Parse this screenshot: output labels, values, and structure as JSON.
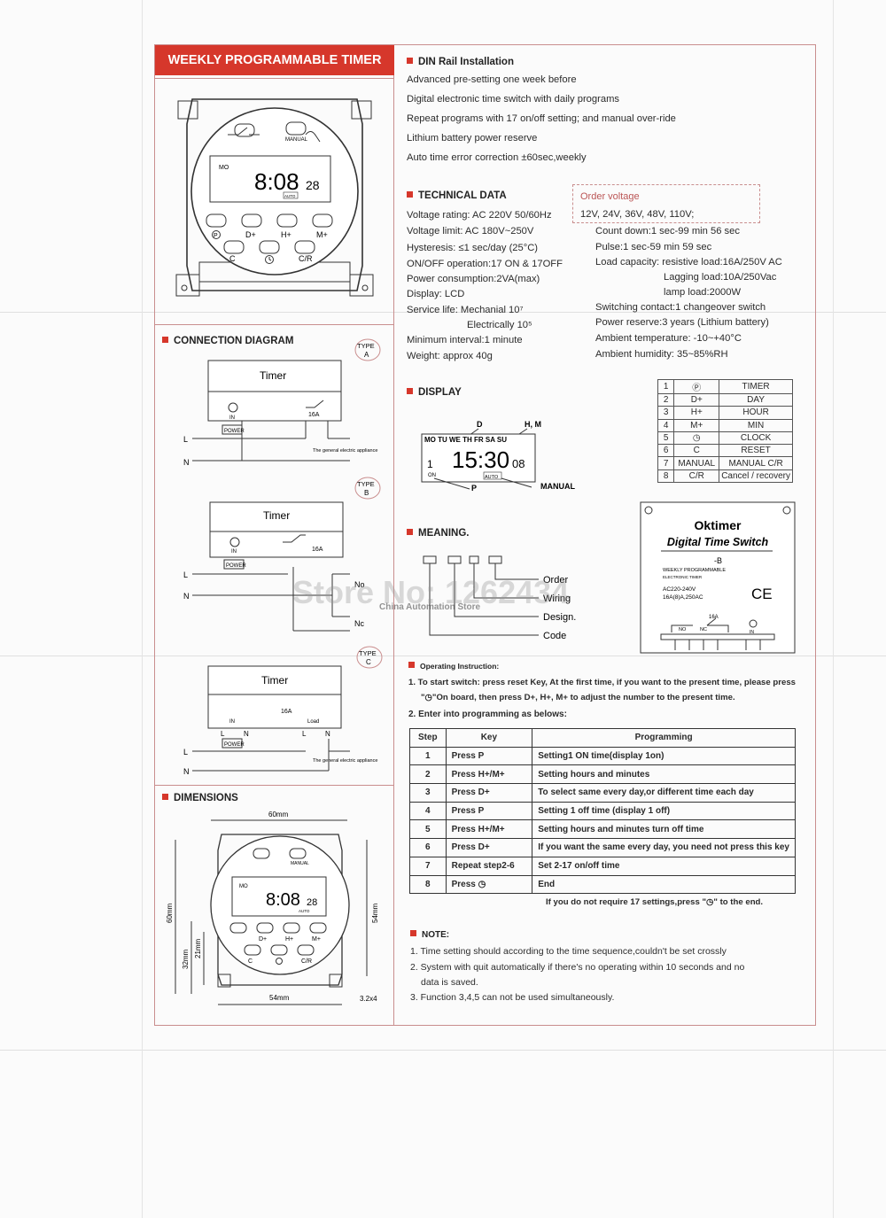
{
  "title": "WEEKLY PROGRAMMABLE TIMER",
  "din": {
    "heading": "DIN Rail Installation",
    "lines": [
      "Advanced pre-setting one week before",
      "Digital electronic time switch with daily programs",
      "Repeat programs   with  17 on/off  setting; and manual  over-ride",
      "Lithium battery power reserve",
      "Auto time error correction  ±60sec,weekly"
    ]
  },
  "tech": {
    "heading": "TECHNICAL DATA",
    "order_label": "Order voltage",
    "order_values": "12V, 24V, 36V, 48V, 110V;",
    "left": [
      "Voltage rating: AC 220V  50/60Hz",
      "Voltage limit: AC 180V~250V",
      "Hysteresis: ≤1 sec/day (25°C)",
      "ON/OFF operation:17 ON & 17OFF",
      "Power consumption:2VA(max)",
      "Display: LCD",
      "Service life:  Mechanial  10⁷",
      "Electrically  10⁵",
      "Minimum interval:1 minute",
      "Weight: approx 40g"
    ],
    "right": [
      "Count down:1 sec-99 min 56 sec",
      "Pulse:1 sec-59 min 59 sec",
      "Load capacity: resistive load:16A/250V AC",
      "Lagging load:10A/250Vac",
      "lamp load:2000W",
      "Switching contact:1 changeover switch",
      "Power reserve:3 years (Lithium battery)",
      "Ambient temperature: -10~+40°C",
      "Ambient humidity: 35~85%RH"
    ]
  },
  "device": {
    "manual": "MANUAL",
    "day": "MO",
    "time": "8:08",
    "sec": "28",
    "auto": "AUTO",
    "b1": "D+",
    "b2": "H+",
    "b3": "M+",
    "b4": "C",
    "b5": "C/R"
  },
  "connection": {
    "heading": "CONNECTION DIAGRAM",
    "type_label": "TYPE",
    "types": [
      "A",
      "B",
      "C"
    ],
    "timer": "Timer",
    "in": "IN",
    "amp": "16A",
    "power": "POWER",
    "load": "Load",
    "appliance": "The general electric appliance",
    "L": "L",
    "N": "N",
    "No": "No",
    "Nc": "Nc"
  },
  "dimensions": {
    "heading": "DIMENSIONS",
    "w60": "60mm",
    "h60": "60mm",
    "h54": "54mm",
    "w54": "54mm",
    "h32": "32mm",
    "h21": "21mm",
    "hole": "3.2x4"
  },
  "display": {
    "heading": "DISPLAY",
    "days": "MO TU WE TH FR SA SU",
    "time": "15:30",
    "sec": "08",
    "num": "1",
    "on": "ON",
    "auto": "AUTO",
    "d": "D",
    "hm": "H, M",
    "p": "P",
    "manual": "MANUAL"
  },
  "key_table": [
    [
      "1",
      "Ⓟ",
      "TIMER"
    ],
    [
      "2",
      "D+",
      "DAY"
    ],
    [
      "3",
      "H+",
      "HOUR"
    ],
    [
      "4",
      "M+",
      "MIN"
    ],
    [
      "5",
      "◷",
      "CLOCK"
    ],
    [
      "6",
      "C",
      "RESET"
    ],
    [
      "7",
      "MANUAL",
      "MANUAL  C/R"
    ],
    [
      "8",
      "C/R",
      "Cancel / recovery"
    ]
  ],
  "meaning": {
    "heading": "MEANING.",
    "labels": [
      "Order",
      "Wiring",
      "Design.",
      "Code"
    ]
  },
  "product": {
    "brand": "Oktimer",
    "name": "Digital Time Switch",
    "model": "-B",
    "desc1": "WEEKLY PROGRAMMABLE",
    "desc2": "ELECTRONIC TIMER",
    "volt": "AC220-240V",
    "amp": "16A(8)A,250AC",
    "ce": "CE",
    "amp2": "16A",
    "no": "NO",
    "nc": "NC",
    "in": "IN"
  },
  "operating": {
    "heading": "Operating Instruction:",
    "l1": "1.  To start switch: press reset Key, At the first time, if you want to the present time, please press",
    "l2": "\"◷\"On board, then press  D+,  H+,  M+  to  adjust the number to the present time.",
    "l3": "2.  Enter into programming as belows:"
  },
  "prog_table": {
    "headers": [
      "Step",
      "Key",
      "Programming"
    ],
    "rows": [
      [
        "1",
        "Press P",
        "Setting1 ON time(display 1on)"
      ],
      [
        "2",
        "Press H+/M+",
        "Setting hours and minutes"
      ],
      [
        "3",
        "Press D+",
        "To select same every day,or different time each day"
      ],
      [
        "4",
        "Press P",
        "Setting 1 off time (display 1 off)"
      ],
      [
        "5",
        "Press H+/M+",
        "Setting hours and minutes turn off time"
      ],
      [
        "6",
        "Press D+",
        "If you want the same every day, you need not press this key"
      ],
      [
        "7",
        "Repeat step2-6",
        "Set 2-17 on/off time"
      ],
      [
        "8",
        "Press ◷",
        "End"
      ]
    ],
    "footer": "If you do not require 17 settings,press \"◷\" to the end."
  },
  "note": {
    "heading": "NOTE:",
    "lines": [
      "1. Time setting should according to the time sequence,couldn't be set crossly",
      "2. System with quit automatically if there's no operating within 10 seconds and no",
      "data is saved.",
      "3. Function 3,4,5 can not be used simultaneously."
    ]
  },
  "watermark": "Store No: 1262434",
  "watermark2": "China Automation Store",
  "colors": {
    "accent": "#d6372b",
    "border": "#c98e8e"
  }
}
